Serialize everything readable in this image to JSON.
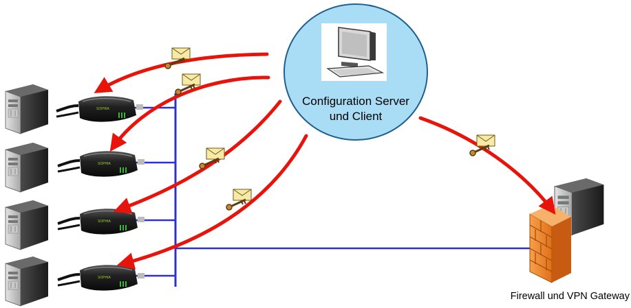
{
  "server": {
    "line1": "Configuration Server",
    "line2": "und Client",
    "fill": "#a9dcf5",
    "icon": "desktop-computer-icon"
  },
  "gateway": {
    "label": "Firewall und VPN Gateway",
    "icons": [
      "firewall-brick-icon",
      "server-tower-icon"
    ],
    "fill": "#f08a24"
  },
  "nodes": [
    {
      "icon": "server-tower-icon",
      "device": "network-adapter-icon"
    },
    {
      "icon": "server-tower-icon",
      "device": "network-adapter-icon"
    },
    {
      "icon": "server-tower-icon",
      "device": "network-adapter-icon"
    },
    {
      "icon": "server-tower-icon",
      "device": "network-adapter-icon"
    }
  ],
  "colors": {
    "arrow": "#e8140c",
    "bus": "#2b2fd8",
    "envelope": "#f7eaa6"
  },
  "messages": {
    "icon": "envelope-key-icon",
    "count": 5
  }
}
